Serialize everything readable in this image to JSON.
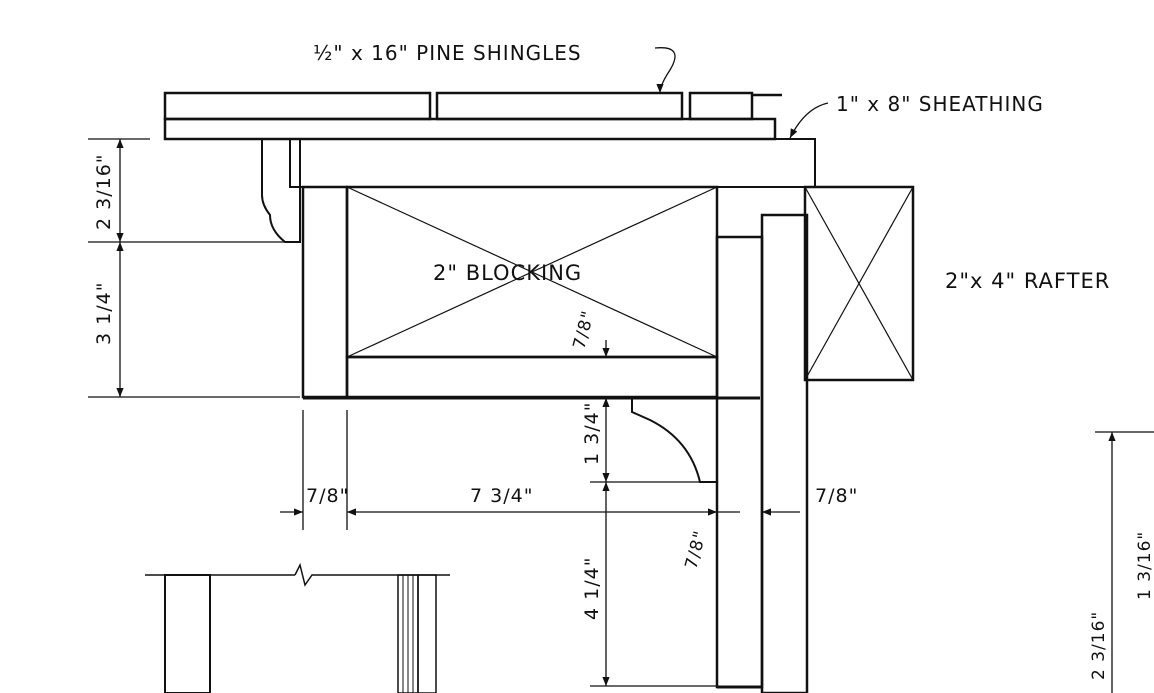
{
  "labels": {
    "shingles": "½\" x 16\" PINE SHINGLES",
    "sheathing": "1\" x 8\" SHEATHING",
    "blocking": "2\" BLOCKING",
    "rafter": "2\"x 4\"  RAFTER"
  },
  "dimensions": {
    "roof_overhang_height": "2 3/16\"",
    "fascia_height": "3 1/4\"",
    "blocking_bottom": "7/8\"",
    "soffit_left": "7/8\"",
    "soffit_width": "7 3/4\"",
    "soffit_right": "7/8\"",
    "crown_height": "1 3/4\"",
    "board_thickness": "7/8\"",
    "frieze_height": "4 1/4\"",
    "right_a": "1 3/16\"",
    "right_b": "2 3/16\""
  },
  "colors": {
    "ink": "#111111",
    "paper": "#ffffff"
  }
}
